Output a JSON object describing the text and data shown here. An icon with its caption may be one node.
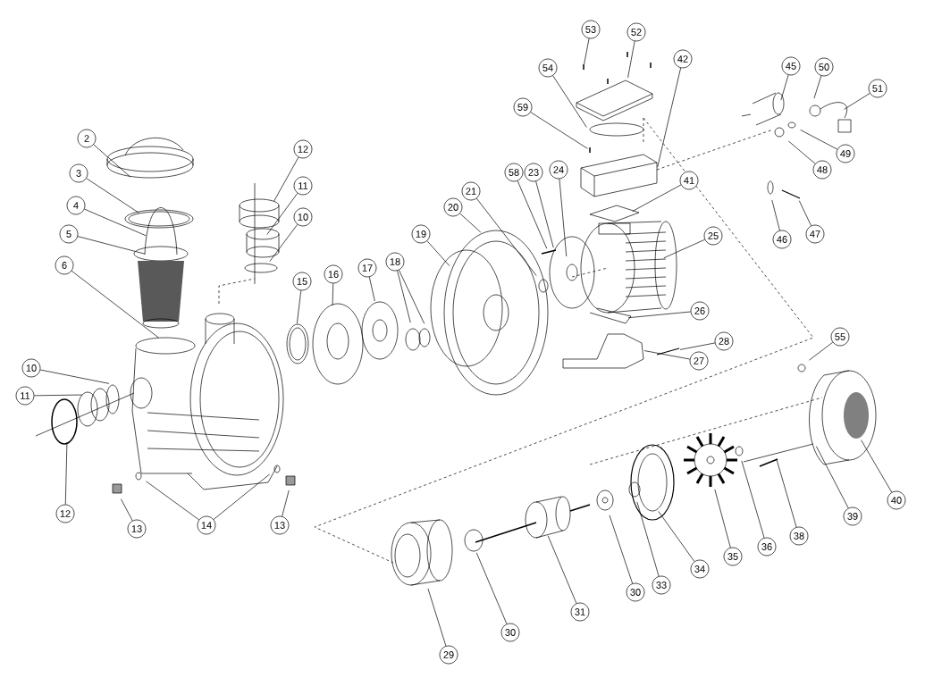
{
  "diagram": {
    "nodes": [
      {
        "text": [
          "2"
        ]
      },
      {
        "text": [
          "3"
        ]
      },
      {
        "text": [
          "4"
        ]
      },
      {
        "text": [
          "5"
        ]
      },
      {
        "text": [
          "6"
        ]
      },
      {
        "text": [
          "12"
        ]
      },
      {
        "text": [
          "11"
        ]
      },
      {
        "text": [
          "10"
        ]
      },
      {
        "text": [
          "53"
        ]
      },
      {
        "text": [
          "52"
        ]
      },
      {
        "text": [
          "54"
        ]
      },
      {
        "text": [
          "42"
        ]
      },
      {
        "text": [
          "45"
        ]
      },
      {
        "text": [
          "50"
        ]
      },
      {
        "text": [
          "51"
        ]
      },
      {
        "text": [
          "59"
        ]
      },
      {
        "text": [
          "49"
        ]
      },
      {
        "text": [
          "48"
        ]
      },
      {
        "text": [
          "58"
        ]
      },
      {
        "text": [
          "23"
        ]
      },
      {
        "text": [
          "24"
        ]
      },
      {
        "text": [
          "41"
        ]
      },
      {
        "text": [
          "21"
        ]
      },
      {
        "text": [
          "20"
        ]
      },
      {
        "text": [
          "19"
        ]
      },
      {
        "text": [
          "25"
        ]
      },
      {
        "text": [
          "47"
        ]
      },
      {
        "text": [
          "46"
        ]
      },
      {
        "text": [
          "18"
        ]
      },
      {
        "text": [
          "17"
        ]
      },
      {
        "text": [
          "16"
        ]
      },
      {
        "text": [
          "15"
        ]
      },
      {
        "text": [
          "26"
        ]
      },
      {
        "text": [
          "55"
        ]
      },
      {
        "text": [
          "28"
        ]
      },
      {
        "text": [
          "27"
        ]
      },
      {
        "text": [
          "10"
        ]
      },
      {
        "text": [
          "11"
        ]
      },
      {
        "text": [
          "40"
        ]
      },
      {
        "text": [
          "39"
        ]
      },
      {
        "text": [
          "12"
        ]
      },
      {
        "text": [
          "14"
        ]
      },
      {
        "text": [
          "13"
        ]
      },
      {
        "text": [
          "13"
        ]
      },
      {
        "text": [
          "38"
        ]
      },
      {
        "text": [
          "36"
        ]
      },
      {
        "text": [
          "35"
        ]
      },
      {
        "text": [
          "34"
        ]
      },
      {
        "text": [
          "33"
        ]
      },
      {
        "text": [
          "30"
        ]
      },
      {
        "text": [
          "31"
        ]
      },
      {
        "text": [
          "30"
        ]
      },
      {
        "text": [
          "29"
        ]
      }
    ],
    "edges": [
      {
        "from": 0,
        "to": null,
        "arrow": "none"
      },
      {
        "from": 1,
        "to": null,
        "arrow": "none"
      },
      {
        "from": 2,
        "to": null,
        "arrow": "none"
      },
      {
        "from": 3,
        "to": null,
        "arrow": "none"
      },
      {
        "from": 4,
        "to": null,
        "arrow": "none"
      },
      {
        "from": 5,
        "to": null,
        "arrow": "none"
      },
      {
        "from": 6,
        "to": null,
        "arrow": "none"
      },
      {
        "from": 7,
        "to": null,
        "arrow": "none"
      },
      {
        "from": 8,
        "to": null,
        "arrow": "none"
      },
      {
        "from": 9,
        "to": null,
        "arrow": "none"
      },
      {
        "from": 10,
        "to": null,
        "arrow": "none"
      },
      {
        "from": 11,
        "to": null,
        "arrow": "none"
      },
      {
        "from": 12,
        "to": null,
        "arrow": "none"
      },
      {
        "from": 13,
        "to": null,
        "arrow": "none"
      },
      {
        "from": 14,
        "to": null,
        "arrow": "none"
      },
      {
        "from": 15,
        "to": null,
        "arrow": "none"
      },
      {
        "from": 16,
        "to": null,
        "arrow": "none"
      },
      {
        "from": 17,
        "to": null,
        "arrow": "none"
      },
      {
        "from": 18,
        "to": null,
        "arrow": "none"
      },
      {
        "from": 19,
        "to": null,
        "arrow": "none"
      },
      {
        "from": 20,
        "to": null,
        "arrow": "none"
      },
      {
        "from": 21,
        "to": null,
        "arrow": "none"
      },
      {
        "from": 22,
        "to": null,
        "arrow": "none"
      },
      {
        "from": 23,
        "to": null,
        "arrow": "none"
      },
      {
        "from": 24,
        "to": null,
        "arrow": "none"
      },
      {
        "from": 25,
        "to": null,
        "arrow": "none"
      },
      {
        "from": 26,
        "to": null,
        "arrow": "none"
      },
      {
        "from": 27,
        "to": null,
        "arrow": "none"
      },
      {
        "from": 28,
        "to": null,
        "arrow": "none"
      },
      {
        "from": 28,
        "to": null,
        "arrow": "none"
      },
      {
        "from": 29,
        "to": null,
        "arrow": "none"
      },
      {
        "from": 30,
        "to": null,
        "arrow": "none"
      },
      {
        "from": 31,
        "to": null,
        "arrow": "none"
      },
      {
        "from": 32,
        "to": null,
        "arrow": "none"
      },
      {
        "from": 33,
        "to": null,
        "arrow": "none"
      },
      {
        "from": 34,
        "to": null,
        "arrow": "none"
      },
      {
        "from": 35,
        "to": null,
        "arrow": "none"
      },
      {
        "from": 36,
        "to": null,
        "arrow": "none"
      },
      {
        "from": 37,
        "to": null,
        "arrow": "none"
      },
      {
        "from": 38,
        "to": null,
        "arrow": "none"
      },
      {
        "from": 39,
        "to": null,
        "arrow": "none"
      },
      {
        "from": 40,
        "to": null,
        "arrow": "none"
      },
      {
        "from": 41,
        "to": null,
        "arrow": "none"
      },
      {
        "from": 41,
        "to": null,
        "arrow": "none"
      },
      {
        "from": 42,
        "to": null,
        "arrow": "none"
      },
      {
        "from": 43,
        "to": null,
        "arrow": "none"
      },
      {
        "from": 44,
        "to": null,
        "arrow": "none"
      },
      {
        "from": 45,
        "to": null,
        "arrow": "none"
      },
      {
        "from": 46,
        "to": null,
        "arrow": "none"
      },
      {
        "from": 47,
        "to": null,
        "arrow": "none"
      },
      {
        "from": 48,
        "to": null,
        "arrow": "none"
      },
      {
        "from": 49,
        "to": null,
        "arrow": "none"
      },
      {
        "from": 50,
        "to": null,
        "arrow": "none"
      },
      {
        "from": 51,
        "to": null,
        "arrow": "none"
      },
      {
        "from": 52,
        "to": null,
        "arrow": "none"
      }
    ]
  }
}
